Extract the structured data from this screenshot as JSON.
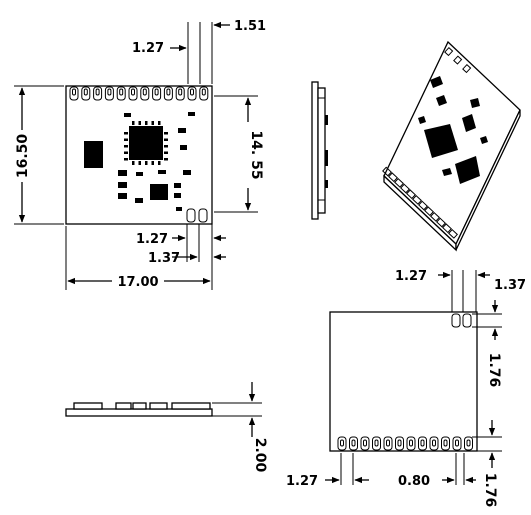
{
  "top_view": {
    "width_label": "17.00",
    "height_label": "16.50",
    "inner_height_label": "14. 55",
    "pitch_top_label": "1.27",
    "offset_top_label": "1.51",
    "pitch_bottom_label": "1.27",
    "offset_bottom_label": "1.37"
  },
  "side_view": {
    "thickness_label": "2.00"
  },
  "bottom_view": {
    "pitch_top_label": "1.27",
    "edge_top_label": "1.37",
    "pad_height_right_label": "1.76",
    "pitch_bottom_label": "1.27",
    "pad_width_label": "0.80",
    "pad_height_bottom_label": "1.76"
  }
}
